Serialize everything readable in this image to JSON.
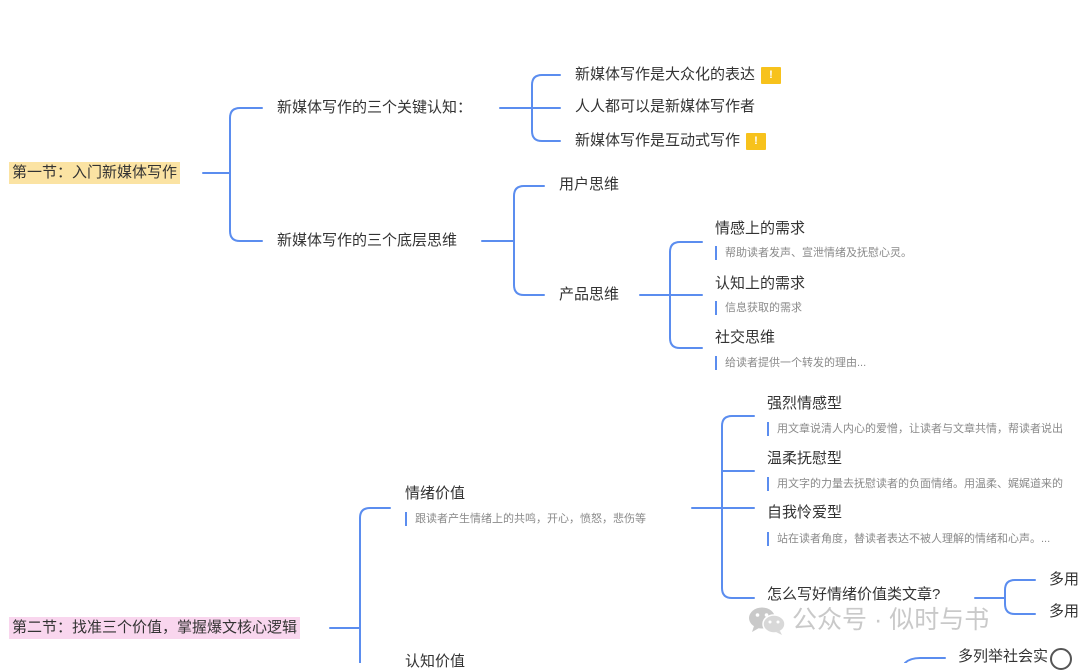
{
  "section1": {
    "title": "第一节：入门新媒体写作",
    "branch_a": {
      "label": "新媒体写作的三个关键认知：",
      "items": [
        "新媒体写作是大众化的表达",
        "人人都可以是新媒体写作者",
        "新媒体写作是互动式写作"
      ],
      "flag_mark": "!"
    },
    "branch_b": {
      "label": "新媒体写作的三个底层思维",
      "user_thinking": "用户思维",
      "product_thinking": "产品思维",
      "needs": [
        {
          "label": "情感上的需求",
          "note": "帮助读者发声、宣泄情绪及抚慰心灵。"
        },
        {
          "label": "认知上的需求",
          "note": "信息获取的需求"
        },
        {
          "label": "社交思维",
          "note": "给读者提供一个转发的理由..."
        }
      ]
    }
  },
  "section2": {
    "title": "第二节：找准三个价值，掌握爆文核心逻辑",
    "emotion": {
      "label": "情绪价值",
      "note": "跟读者产生情绪上的共鸣，开心，愤怒，悲伤等",
      "types": [
        {
          "label": "强烈情感型",
          "note": "用文章说清人内心的爱憎，让读者与文章共情，帮读者说出"
        },
        {
          "label": "温柔抚慰型",
          "note": "用文字的力量去抚慰读者的负面情绪。用温柔、娓娓道来的"
        },
        {
          "label": "自我怜爱型",
          "note": "站在读者角度，替读者表达不被人理解的情绪和心声。..."
        }
      ],
      "how": "怎么写好情绪价值类文章?",
      "how_children": [
        "多用",
        "多用"
      ]
    },
    "cognition": {
      "label": "认知价值",
      "child": "多列举社会实"
    }
  },
  "watermark": {
    "text": "公众号 · 似时与书",
    "icon": "wechat-icon"
  },
  "colors": {
    "connector": "#5b8def",
    "flag": "#f7c21c",
    "root1_bg": "#fbe3a3",
    "root2_bg": "#f9d6ee"
  }
}
